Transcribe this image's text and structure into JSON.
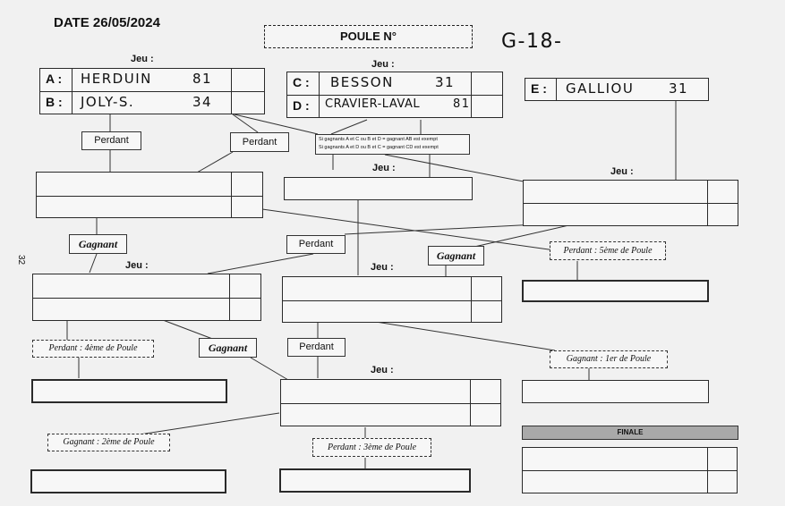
{
  "header": {
    "date": "DATE 26/05/2024",
    "poule_label": "POULE N°",
    "poule_handwritten": "G-18-"
  },
  "side_number": "32",
  "jeu_label": "Jeu :",
  "players": [
    {
      "letter": "A :",
      "name": "HERDUIN",
      "score": "81"
    },
    {
      "letter": "B :",
      "name": "JOLY-S.",
      "score": "34"
    },
    {
      "letter": "C :",
      "name": "BESSON",
      "score": "31"
    },
    {
      "letter": "D :",
      "name": "CRAVIER-LAVAL",
      "score": "81"
    },
    {
      "letter": "E :",
      "name": "GALLIOU",
      "score": "31"
    }
  ],
  "exempt_note": {
    "line1": "Si gagnants A et C ou B et D = gagnant AB est exempt",
    "line2": "Si gagnants A et D ou B et C = gagnant CD est exempt"
  },
  "tags": {
    "perdant": "Perdant",
    "gagnant": "Gagnant",
    "perdant_5": "Perdant : 5ème de Poule",
    "perdant_4": "Perdant : 4ème de Poule",
    "gagnant_1": "Gagnant :  1er de Poule",
    "gagnant_2": "Gagnant : 2ème de Poule",
    "perdant_3": "Perdant : 3ème de Poule",
    "finale": "FINALE"
  }
}
